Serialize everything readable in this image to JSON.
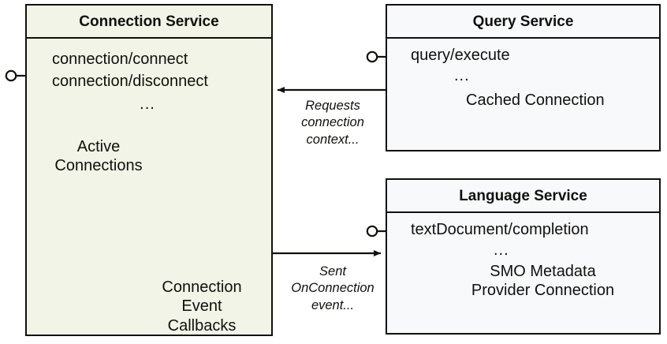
{
  "diagram": {
    "type": "component-diagram",
    "colors": {
      "connection_service_fill": "#f1f4e6",
      "service_fill": "#f8f9fb",
      "stroke": "#11100e",
      "icon_stroke": "#5a5a52",
      "background": "#ffffff"
    },
    "components": [
      {
        "id": "connection-service",
        "title": "Connection Service",
        "operations": [
          "connection/connect",
          "connection/disconnect",
          "..."
        ],
        "elements": [
          {
            "id": "active-connections",
            "label": "Active\nConnections",
            "label_line1": "Active",
            "label_line2": "Connections",
            "icon": "cylinder-stack-icon",
            "icon_count": 4
          },
          {
            "id": "connection-event-callbacks",
            "label_line1": "Connection",
            "label_line2": "Event",
            "label_line3": "Callbacks",
            "icon": "table-grid-icon",
            "rows": 5,
            "cols": 2
          }
        ],
        "provided_interface": {
          "icon": "lollipop-interface-icon",
          "side": "left"
        }
      },
      {
        "id": "query-service",
        "title": "Query Service",
        "operations": [
          "query/execute",
          "..."
        ],
        "elements": [
          {
            "id": "cached-connection",
            "label": "Cached Connection",
            "icon": "cylinder-icon"
          }
        ],
        "provided_interface": {
          "icon": "lollipop-interface-icon",
          "side": "left"
        }
      },
      {
        "id": "language-service",
        "title": "Language Service",
        "operations": [
          "textDocument/completion",
          "..."
        ],
        "elements": [
          {
            "id": "smo-metadata-provider-connection",
            "label_line1": "SMO Metadata",
            "label_line2": "Provider Connection",
            "icon": "cylinder-icon"
          }
        ],
        "provided_interface": {
          "icon": "lollipop-interface-icon",
          "side": "left"
        }
      }
    ],
    "edges": [
      {
        "id": "query-to-connection",
        "from": "query-service",
        "to": "connection-service",
        "direction": "left",
        "label_line1": "Requests",
        "label_line2": "connection",
        "label_line3": "context..."
      },
      {
        "id": "connection-to-language",
        "from": "connection-service",
        "to": "language-service",
        "direction": "right",
        "label_line1": "Sent",
        "label_line2": "OnConnection",
        "label_line3": "event..."
      }
    ]
  }
}
